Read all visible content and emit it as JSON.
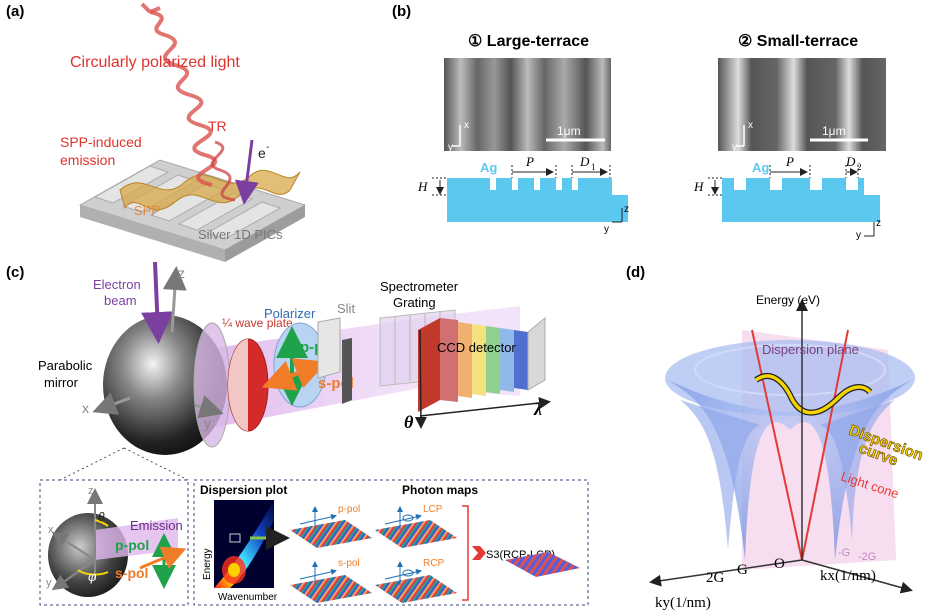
{
  "panel_a": {
    "label": "(a)",
    "cpl": "Circularly polarized light",
    "tr": "TR",
    "spp_emission_1": "SPP-induced",
    "spp_emission_2": "emission",
    "electron": "e",
    "electron_sup": "-",
    "spp": "SPP",
    "substrate": "Silver 1D PICs"
  },
  "panel_b": {
    "label": "(b)",
    "title_large": "① Large-terrace",
    "title_small": "② Small-terrace",
    "scale": "1μm",
    "axis_x": "x",
    "axis_y": "y",
    "axis_z": "z",
    "ag": "Ag",
    "H": "H",
    "P": "P",
    "D1": "D",
    "D1_sub": "1",
    "D2": "D",
    "D2_sub": "2"
  },
  "panel_c": {
    "label": "(c)",
    "electron_beam_1": "Electron",
    "electron_beam_2": "beam",
    "z": "z",
    "x": "x",
    "y": "y",
    "mirror_1": "Parabolic",
    "mirror_2": "mirror",
    "waveplate": "¼ wave plate",
    "polarizer": "Polarizer",
    "ppol": "p-pol",
    "spol": "s-pol",
    "slit": "Slit",
    "spectrometer": "Spectrometer",
    "grating": "Grating",
    "ccd": "CCD detector",
    "lambda": "λ",
    "theta": "θ",
    "inset_emission": "Emission",
    "inset_ppol": "p-pol",
    "inset_spol": "s-pol",
    "inset_theta": "θ",
    "inset_phi": "φ",
    "inset_z": "z",
    "inset_x": "x",
    "inset_y": "y",
    "dispersion_plot": "Dispersion plot",
    "energy": "Energy",
    "wavenumber": "Wavenumber",
    "photon_maps": "Photon maps",
    "map_ppol": "p-pol",
    "map_spol": "s-pol",
    "map_lcp": "LCP",
    "map_rcp": "RCP",
    "s3": "S3(RCP-LCP)"
  },
  "panel_d": {
    "label": "(d)",
    "energy": "Energy (eV)",
    "dispersion_plane": "Dispersion plane",
    "dispersion_curve_1": "Dispersion",
    "dispersion_curve_2": "curve",
    "light_cone": "Light cone",
    "ky": "ky(1/nm)",
    "kx": "kx(1/nm)",
    "tick_2G": "2G",
    "tick_G": "G",
    "tick_O": "O",
    "tick_mG": "-G",
    "tick_m2G": "-2G"
  },
  "colors": {
    "ag_blue": "#5bc8f0",
    "spp_gold": "#d8a84a",
    "cpl_red": "#e0332c",
    "electron_purple": "#7b3fa0",
    "ppol_green": "#1fa34a",
    "spol_orange": "#f07c28",
    "curve_yellow": "#f5d400"
  }
}
